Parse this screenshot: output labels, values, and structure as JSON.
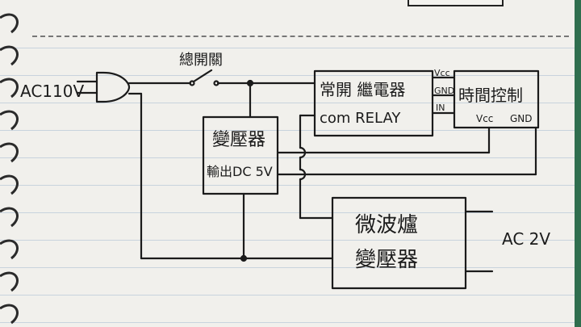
{
  "diagram": {
    "source_label": "AC110V",
    "main_switch": "總開關",
    "transformer": {
      "line1": "變壓器",
      "line2": "輸出DC 5V"
    },
    "relay": {
      "line1": "常開  繼電器",
      "line2": "com    RELAY"
    },
    "relay_pins": {
      "vcc": "Vcc",
      "gnd": "GND",
      "in": "IN"
    },
    "timer": {
      "title": "時間控制",
      "vcc": "Vcc",
      "gnd": "GND"
    },
    "microwave": {
      "line1": "微波爐",
      "line2": "變壓器"
    },
    "output_label": "AC 2V"
  }
}
